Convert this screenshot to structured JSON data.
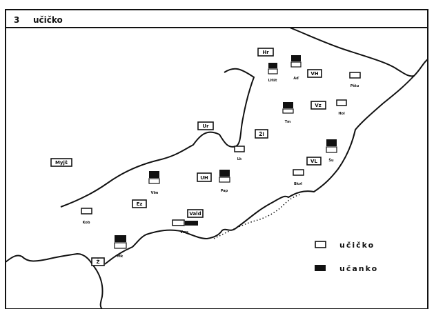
{
  "header": {
    "number": "3",
    "title": "učičko"
  },
  "legend": [
    {
      "type": "open",
      "label": "učičko"
    },
    {
      "type": "filled",
      "label": "učanko"
    }
  ],
  "region_labels": [
    "Hr",
    "VH",
    "Vz",
    "Žl",
    "Ur",
    "VL",
    "Myjš",
    "UH",
    "Ez",
    "Vald",
    "Ž"
  ],
  "localities": [
    {
      "code": "LHšt",
      "form": "učanko"
    },
    {
      "code": "Aď",
      "form": "učanko"
    },
    {
      "code": "Pštu",
      "form": "učičko"
    },
    {
      "code": "Hol",
      "form": "učičko"
    },
    {
      "code": "Tm",
      "form": "učanko"
    },
    {
      "code": "Lk",
      "form": "učičko"
    },
    {
      "code": "Šu",
      "form": "učanko"
    },
    {
      "code": "Vlm",
      "form": "učanko"
    },
    {
      "code": "Pap",
      "form": "učanko"
    },
    {
      "code": "Bkvl",
      "form": "učičko"
    },
    {
      "code": "Kob",
      "form": "učičko"
    },
    {
      "code": "Vms",
      "form": "učičko"
    },
    {
      "code": "Mk",
      "form": "učanko"
    }
  ],
  "colors": {
    "ink": "#111111",
    "background": "#ffffff"
  }
}
